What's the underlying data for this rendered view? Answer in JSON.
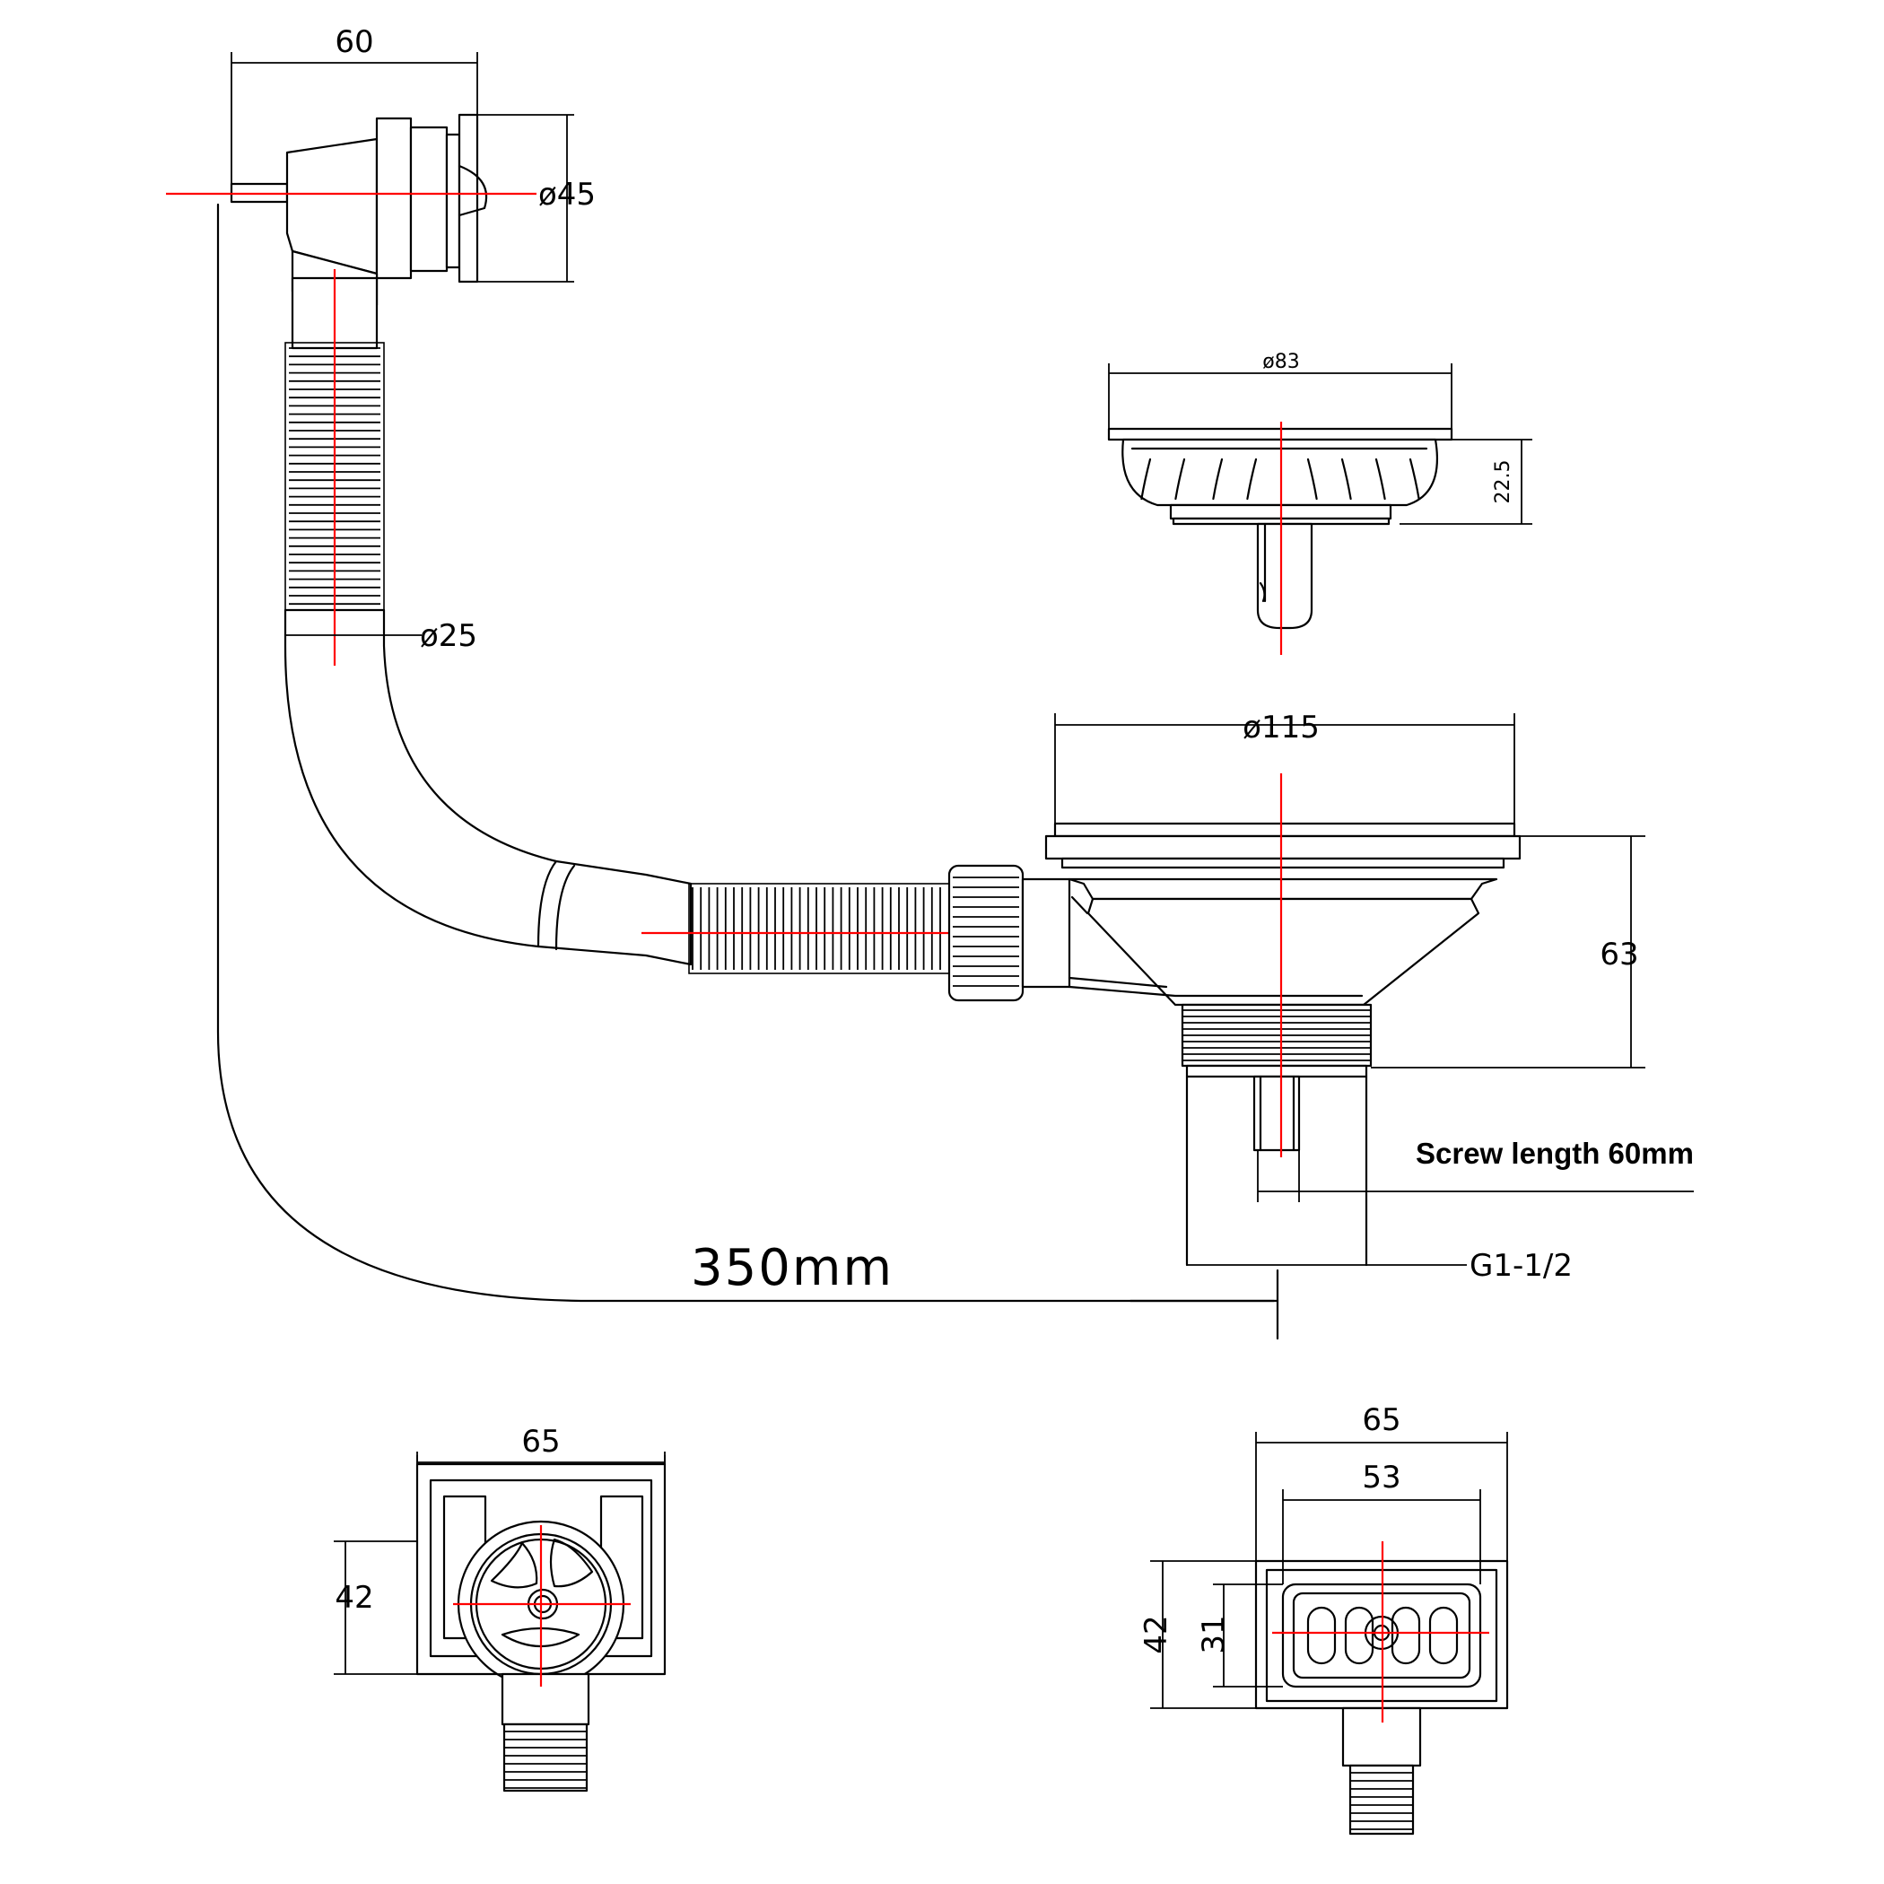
{
  "dimensions": {
    "overflow_length": "60",
    "overflow_diameter": "ø45",
    "hose_diameter": "ø25",
    "basket_diameter": "ø83",
    "basket_height": "22.5",
    "flange_diameter": "ø115",
    "body_height": "63",
    "thread_size": "G1-1/2",
    "total_length": "350mm",
    "overflow_plate_width": "65",
    "overflow_plate_height": "42",
    "outlet_plate_width": "65",
    "outlet_slot_width": "53",
    "outlet_plate_height": "42",
    "outlet_slot_height": "31"
  },
  "notes": {
    "screw_length": "Screw length 60mm"
  },
  "colors": {
    "line": "#000000",
    "centerline": "#ff0000",
    "background": "#ffffff"
  }
}
